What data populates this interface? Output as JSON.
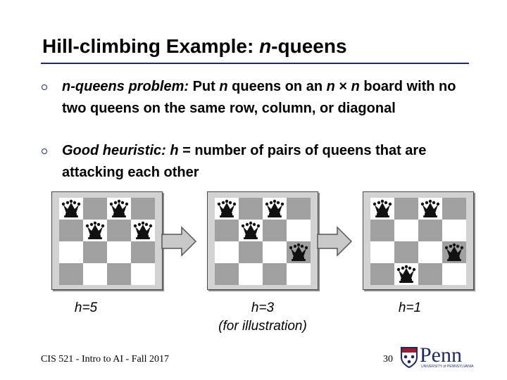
{
  "slide": {
    "title_prefix": "Hill-climbing Example: ",
    "title_italic": "n",
    "title_suffix": "-queens",
    "bullets": [
      {
        "parts": [
          {
            "text": "n",
            "italic": true
          },
          {
            "text": "-queens problem:",
            "italic": true
          },
          {
            "text": "  Put ",
            "italic": false
          },
          {
            "text": "n",
            "italic": true
          },
          {
            "text": " queens on an ",
            "italic": false
          },
          {
            "text": "n",
            "italic": true
          },
          {
            "text": " × ",
            "italic": false
          },
          {
            "text": "n",
            "italic": true
          },
          {
            "text": " board with no two queens on the same row, column, or diagonal",
            "italic": false
          }
        ]
      },
      {
        "parts": [
          {
            "text": "Good heuristic:",
            "italic": true
          },
          {
            "text": "  ",
            "italic": false
          },
          {
            "text": "h",
            "italic": true
          },
          {
            "text": " = number of pairs of queens that are attacking each other",
            "italic": false
          }
        ]
      }
    ],
    "boards": [
      {
        "label": "h=5",
        "sublabel": "",
        "queens": [
          [
            0,
            0
          ],
          [
            0,
            2
          ],
          [
            1,
            1
          ],
          [
            1,
            3
          ]
        ]
      },
      {
        "label": "h=3",
        "sublabel": "(for illustration)",
        "queens": [
          [
            0,
            0
          ],
          [
            0,
            2
          ],
          [
            1,
            1
          ],
          [
            2,
            3
          ]
        ]
      },
      {
        "label": "h=1",
        "sublabel": "",
        "queens": [
          [
            0,
            0
          ],
          [
            0,
            2
          ],
          [
            2,
            3
          ],
          [
            3,
            1
          ]
        ]
      }
    ],
    "footer": "CIS 521 - Intro to AI - Fall 2017",
    "page_number": "30",
    "logo_text": "Penn",
    "logo_subtext": "UNIVERSITY of PENNSYLVANIA",
    "colors": {
      "accent": "#1f2a5a",
      "dark_square": "#a0a0a0",
      "light_square": "#ffffff",
      "arrow": "#c8c8c8"
    }
  }
}
